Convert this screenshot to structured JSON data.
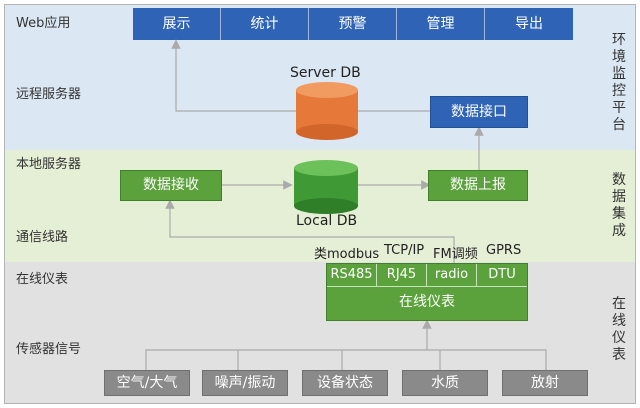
{
  "left_labels": [
    "Web应用",
    "远程服务器",
    "本地服务器",
    "通信线路",
    "在线仪表",
    "传感器信号"
  ],
  "right_labels": {
    "platform": "环境监控平台",
    "collection": "数据集成",
    "instrument": "在线仪表"
  },
  "web_tabs": [
    "展示",
    "统计",
    "预警",
    "管理",
    "导出"
  ],
  "server_db": "Server DB",
  "local_db": "Local DB",
  "data_interface": "数据接口",
  "data_receive": "数据接收",
  "data_report": "数据上报",
  "protocols": [
    "类modbus",
    "TCP/IP",
    "FM调频",
    "GPRS"
  ],
  "ports": [
    "RS485",
    "RJ45",
    "radio",
    "DTU"
  ],
  "online_instrument": "在线仪表",
  "sensors": [
    "空气/大气",
    "噪声/振动",
    "设备状态",
    "水质",
    "放射"
  ],
  "colors": {
    "web_band": "#dde8f5",
    "local_band": "#e6f0d6",
    "sensor_band": "#e2e2e2",
    "blue": "#2e63b6",
    "green": "#5ba23c",
    "orange": "#e6793a",
    "db_green": "#3f9a36",
    "gray_box": "#8a8a8a"
  }
}
